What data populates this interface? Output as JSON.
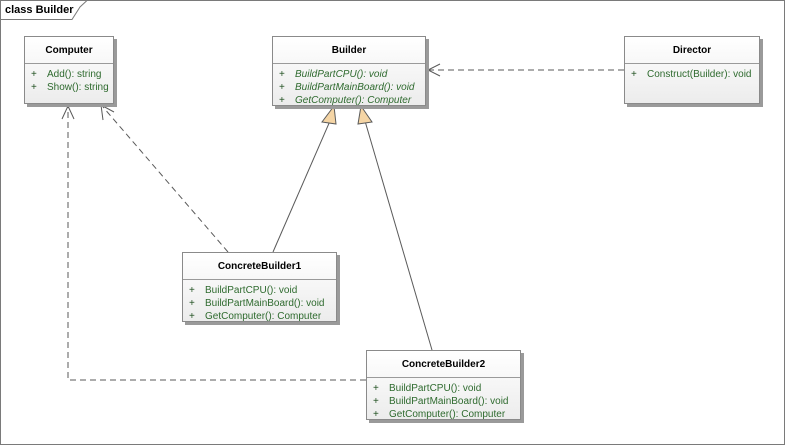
{
  "diagram": {
    "title": "class Builder"
  },
  "classes": {
    "computer": {
      "name": "Computer",
      "operations": [
        {
          "visibility": "+",
          "signature": "Add(): string"
        },
        {
          "visibility": "+",
          "signature": "Show(): string"
        }
      ]
    },
    "builder": {
      "name": "Builder",
      "abstract_operations": true,
      "operations": [
        {
          "visibility": "+",
          "signature": "BuildPartCPU(): void"
        },
        {
          "visibility": "+",
          "signature": "BuildPartMainBoard(): void"
        },
        {
          "visibility": "+",
          "signature": "GetComputer(): Computer"
        }
      ]
    },
    "director": {
      "name": "Director",
      "operations": [
        {
          "visibility": "+",
          "signature": "Construct(Builder): void"
        }
      ]
    },
    "concrete_builder1": {
      "name": "ConcreteBuilder1",
      "operations": [
        {
          "visibility": "+",
          "signature": "BuildPartCPU(): void"
        },
        {
          "visibility": "+",
          "signature": "BuildPartMainBoard(): void"
        },
        {
          "visibility": "+",
          "signature": "GetComputer(): Computer"
        }
      ]
    },
    "concrete_builder2": {
      "name": "ConcreteBuilder2",
      "operations": [
        {
          "visibility": "+",
          "signature": "BuildPartCPU(): void"
        },
        {
          "visibility": "+",
          "signature": "BuildPartMainBoard(): void"
        },
        {
          "visibility": "+",
          "signature": "GetComputer(): Computer"
        }
      ]
    }
  },
  "relationships": [
    {
      "type": "dependency",
      "from": "Director",
      "to": "Builder"
    },
    {
      "type": "generalization",
      "from": "ConcreteBuilder1",
      "to": "Builder"
    },
    {
      "type": "generalization",
      "from": "ConcreteBuilder2",
      "to": "Builder"
    },
    {
      "type": "dependency",
      "from": "ConcreteBuilder1",
      "to": "Computer"
    },
    {
      "type": "dependency",
      "from": "ConcreteBuilder2",
      "to": "Computer"
    }
  ],
  "colors": {
    "frame": "#7a7a7a",
    "line": "#5a5a5a",
    "operation_text": "#2e6a2e",
    "generalization_fill": "#f5d5a5"
  }
}
